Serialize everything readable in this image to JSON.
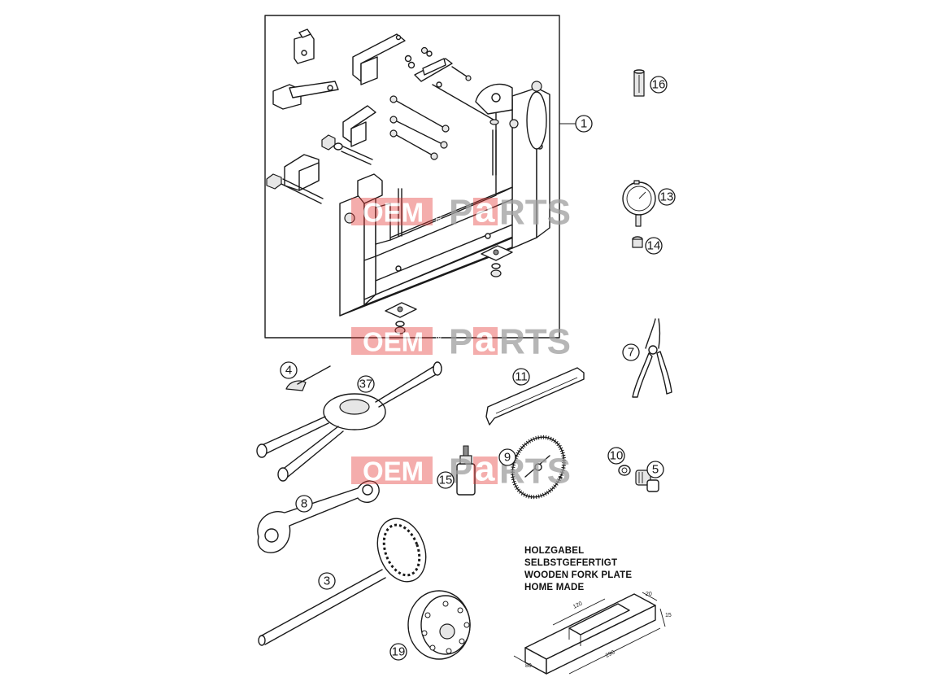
{
  "callouts": {
    "c1": "1",
    "c3": "3",
    "c4": "4",
    "c5": "5",
    "c7": "7",
    "c8": "8",
    "c9": "9",
    "c10": "10",
    "c11": "11",
    "c13": "13",
    "c14": "14",
    "c15": "15",
    "c16": "16",
    "c19": "19",
    "c37": "37"
  },
  "note": {
    "line1": "HOLZGABEL",
    "line2": "SELBSTGEFERTIGT",
    "line3": "WOODEN FORK PLATE",
    "line4": "HOME MADE"
  },
  "dimensions": {
    "d120": "120",
    "d290": "290",
    "d80": "80",
    "d20": "20",
    "d15": "15"
  },
  "watermark": {
    "oem": "OEM",
    "bike": "BIKE",
    "parts_p": "P",
    "parts_a": "a",
    "parts_rts": "RTS"
  },
  "colors": {
    "watermark_red": "#e53935",
    "watermark_grey": "#9e9e9e",
    "line": "#1a1a1a"
  }
}
